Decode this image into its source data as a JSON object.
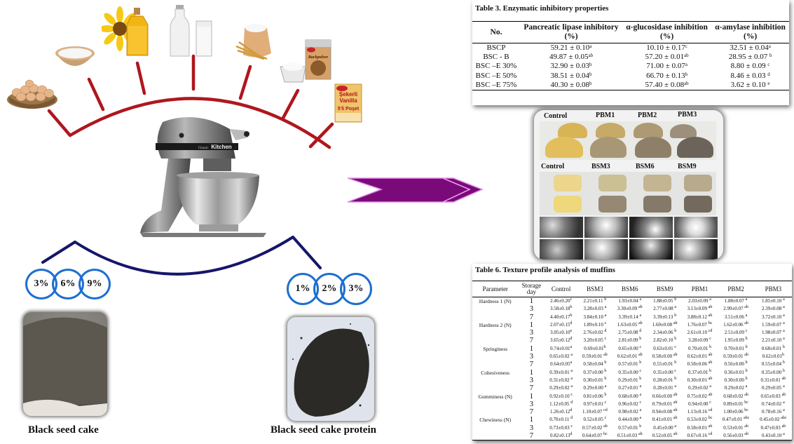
{
  "colors": {
    "ingredient_connector": "#b0161e",
    "powder_connector": "#16166b",
    "ring": "#1e6fd0",
    "arrow": "#7a0a7a",
    "arrow_edge": "#e28ae6"
  },
  "ingredients": [
    {
      "name": "eggs",
      "icon": "egg-basket-icon"
    },
    {
      "name": "sugar",
      "icon": "sugar-bowl-icon"
    },
    {
      "name": "sunflower oil",
      "icon": "sunflower-oil-icon"
    },
    {
      "name": "milk",
      "icon": "milk-bottle-icon"
    },
    {
      "name": "flour",
      "icon": "flour-sack-icon"
    },
    {
      "name": "baking powder",
      "icon": "baking-powder-icon",
      "pack_label": "Backpulver"
    },
    {
      "name": "vanilla sugar",
      "icon": "vanilla-sachet-icon",
      "pack_label_1": "Şekerli",
      "pack_label_2": "Vanilla",
      "pack_label_3": "5'li Poşet"
    }
  ],
  "mixer": {
    "brand_text": "Kitchen",
    "model_text": "Classic"
  },
  "powders": [
    {
      "caption": "Black seed cake",
      "levels": [
        "3%",
        "6%",
        "9%"
      ]
    },
    {
      "caption": "Black seed cake protein",
      "levels": [
        "1%",
        "2%",
        "3%"
      ]
    }
  ],
  "photo_panel": {
    "row1_labels": [
      "Control",
      "PBM1",
      "PBM2",
      "PBM3"
    ],
    "row2_labels": [
      "Control",
      "BSM3",
      "BSM6",
      "BSM9"
    ]
  },
  "table3": {
    "title": "Table 3. Enzymatic inhibitory properties",
    "headers": [
      [
        "No.",
        ""
      ],
      [
        "Pancreatic lipase inhibitory",
        "(%)"
      ],
      [
        "α-glucosidase inhibition",
        "(%)"
      ],
      [
        "α-amylase inhibition",
        "(%)"
      ]
    ],
    "rows": [
      {
        "name": "BSCP",
        "cells": [
          [
            "59.21 ± 0.10",
            "a"
          ],
          [
            "10.10 ± 0.17",
            "c"
          ],
          [
            "32.51 ± 0.04",
            "a"
          ]
        ]
      },
      {
        "name": "BSC - B",
        "cells": [
          [
            "49.87 ± 0.05",
            "ab"
          ],
          [
            "57.20 ± 0.01",
            "ab"
          ],
          [
            "28.95 ± 0.07 ",
            "b"
          ]
        ]
      },
      {
        "name": "BSC –E 30%",
        "cells": [
          [
            "32.90 ± 0.03",
            "b"
          ],
          [
            "71.00 ± 0.07",
            "a"
          ],
          [
            "8.80 ± 0.09 ",
            "c"
          ]
        ]
      },
      {
        "name": "BSC –E 50%",
        "cells": [
          [
            "38.51 ± 0.04",
            "b"
          ],
          [
            "66.70 ± 0.13",
            "b"
          ],
          [
            "8.46 ± 0.03 ",
            "d"
          ]
        ]
      },
      {
        "name": "BSC –E 75%",
        "cells": [
          [
            "40.30 ± 0.08",
            "b"
          ],
          [
            "57.40 ± 0.08",
            "ab"
          ],
          [
            "3.62 ± 0.10 ",
            "e"
          ]
        ]
      }
    ]
  },
  "table6": {
    "title": "Table 6. Texture profile analysis of muffins",
    "headers": [
      "Parameter",
      "Storage day",
      "Control",
      "BSM3",
      "BSM6",
      "BSM9",
      "PBM1",
      "PBM2",
      "PBM3"
    ],
    "groups": [
      {
        "parameter": "Hardness 1 (N)",
        "rows": [
          {
            "day": "1",
            "cells": [
              [
                "2.46±0.20",
                "c"
              ],
              [
                "2.21±0.11 ",
                "b"
              ],
              [
                "1.93±0.04 ",
                "a"
              ],
              [
                "1.88±0.05 ",
                "b"
              ],
              [
                "2.03±0.09 ",
                "a"
              ],
              [
                "1.88±0.07 ",
                "a"
              ],
              [
                "1.85±0.10 ",
                "a"
              ]
            ]
          },
          {
            "day": "3",
            "cells": [
              [
                "3.58±0.18",
                "b"
              ],
              [
                "3.28±0.03 ",
                "a"
              ],
              [
                "3.30±0.09 ",
                "ab"
              ],
              [
                "2.77±0.08 ",
                "a"
              ],
              [
                "3.13±0.09 ",
                "ab"
              ],
              [
                "2.99±0.07 ",
                "ab"
              ],
              [
                "2.39±0.08 ",
                "a"
              ]
            ]
          },
          {
            "day": "7",
            "cells": [
              [
                "4.40±0.17",
                "b"
              ],
              [
                "3.84±0.10 ",
                "a"
              ],
              [
                "3.39±0.14 ",
                "a"
              ],
              [
                "3.39±0.13 ",
                "b"
              ],
              [
                "3.88±0.12 ",
                "ab"
              ],
              [
                "3.51±0.06 ",
                "a"
              ],
              [
                "3.72±0.10 ",
                "a"
              ]
            ]
          }
        ]
      },
      {
        "parameter": "Hardness 2 (N)",
        "rows": [
          {
            "day": "1",
            "cells": [
              [
                "2.07±0.15",
                "d"
              ],
              [
                "1.89±0.10 ",
                "c"
              ],
              [
                "1.63±0.05 ",
                "ab"
              ],
              [
                "1.60±0.08 ",
                "ab"
              ],
              [
                "1.76±0.07 ",
                "bc"
              ],
              [
                "1.62±0.06 ",
                "ab"
              ],
              [
                "1.59±0.07 ",
                "a"
              ]
            ]
          },
          {
            "day": "3",
            "cells": [
              [
                "3.05±0.10",
                "e"
              ],
              [
                "2.76±0.02 ",
                "d"
              ],
              [
                "2.75±0.08 ",
                "d"
              ],
              [
                "2.34±0.06 ",
                "b"
              ],
              [
                "2.61±0.10 ",
                "cd"
              ],
              [
                "2.51±0.09 ",
                "c"
              ],
              [
                "1.98±0.07 ",
                "a"
              ]
            ]
          },
          {
            "day": "7",
            "cells": [
              [
                "3.65±0.12",
                "d"
              ],
              [
                "3.20±0.05 ",
                "c"
              ],
              [
                "2.81±0.09 ",
                "b"
              ],
              [
                "2.82±0.10 ",
                "b"
              ],
              [
                "3.28±0.09 ",
                "c"
              ],
              [
                "1.95±0.09 ",
                "b"
              ],
              [
                "2.21±0.10 ",
                "a"
              ]
            ]
          }
        ]
      },
      {
        "parameter": "Springiness",
        "rows": [
          {
            "day": "1",
            "cells": [
              [
                "0.74±0.01",
                "a"
              ],
              [
                "0.69±0.01",
                "b"
              ],
              [
                "0.65±0.00 ",
                "c"
              ],
              [
                "0.63±0.01 ",
                "c"
              ],
              [
                "0.70±0.01 ",
                "b"
              ],
              [
                "0.70±0.01 ",
                "b"
              ],
              [
                "0.68±0.01 ",
                "b"
              ]
            ]
          },
          {
            "day": "3",
            "cells": [
              [
                "0.65±0.02 ",
                "a"
              ],
              [
                "0.59±0.01 ",
                "ab"
              ],
              [
                "0.62±0.01 ",
                "ab"
              ],
              [
                "0.58±0.00 ",
                "ab"
              ],
              [
                "0.62±0.01 ",
                "ab"
              ],
              [
                "0.59±0.01 ",
                "ab"
              ],
              [
                "0.62±0.01",
                "b"
              ]
            ]
          },
          {
            "day": "7",
            "cells": [
              [
                "0.64±0.05",
                "a"
              ],
              [
                "0.58±0.04 ",
                "b"
              ],
              [
                "0.57±0.01 ",
                "b"
              ],
              [
                "0.55±0.01 ",
                "b"
              ],
              [
                "0.58±0.06 ",
                "ab"
              ],
              [
                "0.56±0.00 ",
                "b"
              ],
              [
                "0.55±0.04 ",
                "b"
              ]
            ]
          }
        ]
      },
      {
        "parameter": "Cohesiveness",
        "rows": [
          {
            "day": "1",
            "cells": [
              [
                "0.39±0.01 ",
                "a"
              ],
              [
                "0.37±0.00 ",
                "b"
              ],
              [
                "0.35±0.00 ",
                "c"
              ],
              [
                "0.35±0.00 ",
                "c"
              ],
              [
                "0.37±0.01 ",
                "b"
              ],
              [
                "0.36±0.01 ",
                "b"
              ],
              [
                "0.35±0.00 ",
                "b"
              ]
            ]
          },
          {
            "day": "3",
            "cells": [
              [
                "0.31±0.02 ",
                "a"
              ],
              [
                "0.30±0.01 ",
                "b"
              ],
              [
                "0.29±0.01 ",
                "b"
              ],
              [
                "0.28±0.01 ",
                "b"
              ],
              [
                "0.30±0.01 ",
                "ab"
              ],
              [
                "0.30±0.00 ",
                "b"
              ],
              [
                "0.31±0.01 ",
                "ab"
              ]
            ]
          },
          {
            "day": "7",
            "cells": [
              [
                "0.29±0.02 ",
                "a"
              ],
              [
                "0.29±0.00 ",
                "a"
              ],
              [
                "0.27±0.01 ",
                "a"
              ],
              [
                "0.28±0.01 ",
                "a"
              ],
              [
                "0.29±0.02 ",
                "a"
              ],
              [
                "0.29±0.02 ",
                "a"
              ],
              [
                "0.29±0.05 ",
                "a"
              ]
            ]
          }
        ]
      },
      {
        "parameter": "Gumminess (N)",
        "rows": [
          {
            "day": "1",
            "cells": [
              [
                "0.92±0.10 ",
                "c"
              ],
              [
                "0.81±0.06 ",
                "b"
              ],
              [
                "0.68±0.00 ",
                "a"
              ],
              [
                "0.66±0.00 ",
                "ab"
              ],
              [
                "0.75±0.02 ",
                "ab"
              ],
              [
                "0.68±0.02 ",
                "ab"
              ],
              [
                "0.65±0.03 ",
                "ab"
              ]
            ]
          },
          {
            "day": "3",
            "cells": [
              [
                "1.12±0.05 ",
                "d"
              ],
              [
                "0.97±0.01 ",
                "c"
              ],
              [
                "0.96±0.02 ",
                "c"
              ],
              [
                "0.79±0.01 ",
                "ab"
              ],
              [
                "0.94±0.00 ",
                "c"
              ],
              [
                "0.89±0.01 ",
                "bc"
              ],
              [
                "0.74±0.02 ",
                "a"
              ]
            ]
          },
          {
            "day": "7",
            "cells": [
              [
                "1.26±0.12",
                "d"
              ],
              [
                "1.10±0.07 ",
                "cd"
              ],
              [
                "0.98±0.02 ",
                "a"
              ],
              [
                "0.94±0.08 ",
                "ab"
              ],
              [
                "1.13±0.16 ",
                "cd"
              ],
              [
                "1.00±0.06 ",
                "bc"
              ],
              [
                "0.78±0.16 ",
                "a"
              ]
            ]
          }
        ]
      },
      {
        "parameter": "Chewiness (N)",
        "rows": [
          {
            "day": "1",
            "cells": [
              [
                "0.70±0.11 ",
                "d"
              ],
              [
                "0.52±0.05 ",
                "c"
              ],
              [
                "0.44±0.00 ",
                "a"
              ],
              [
                "0.41±0.01 ",
                "ab"
              ],
              [
                "0.53±0.02 ",
                "bc"
              ],
              [
                "0.47±0.01 ",
                "abc"
              ],
              [
                "0.45±0.02 ",
                "abc"
              ]
            ]
          },
          {
            "day": "3",
            "cells": [
              [
                "0.73±0.03 ",
                "c"
              ],
              [
                "0.57±0.02 ",
                "ab"
              ],
              [
                "0.57±0.01 ",
                "b"
              ],
              [
                "0.45±0.00 ",
                "a"
              ],
              [
                "0.58±0.01 ",
                "ab"
              ],
              [
                "0.53±0.01 ",
                "ab"
              ],
              [
                "0.47±0.03 ",
                "ab"
              ]
            ]
          },
          {
            "day": "7",
            "cells": [
              [
                "0.82±0.13",
                "d"
              ],
              [
                "0.64±0.07 ",
                "bc"
              ],
              [
                "0.51±0.03 ",
                "ab"
              ],
              [
                "0.52±0.05 ",
                "ab"
              ],
              [
                "0.67±0.16 ",
                "cd"
              ],
              [
                "0.56±0.03 ",
                "ab"
              ],
              [
                "0.43±0.10 ",
                "a"
              ]
            ]
          }
        ]
      }
    ]
  }
}
